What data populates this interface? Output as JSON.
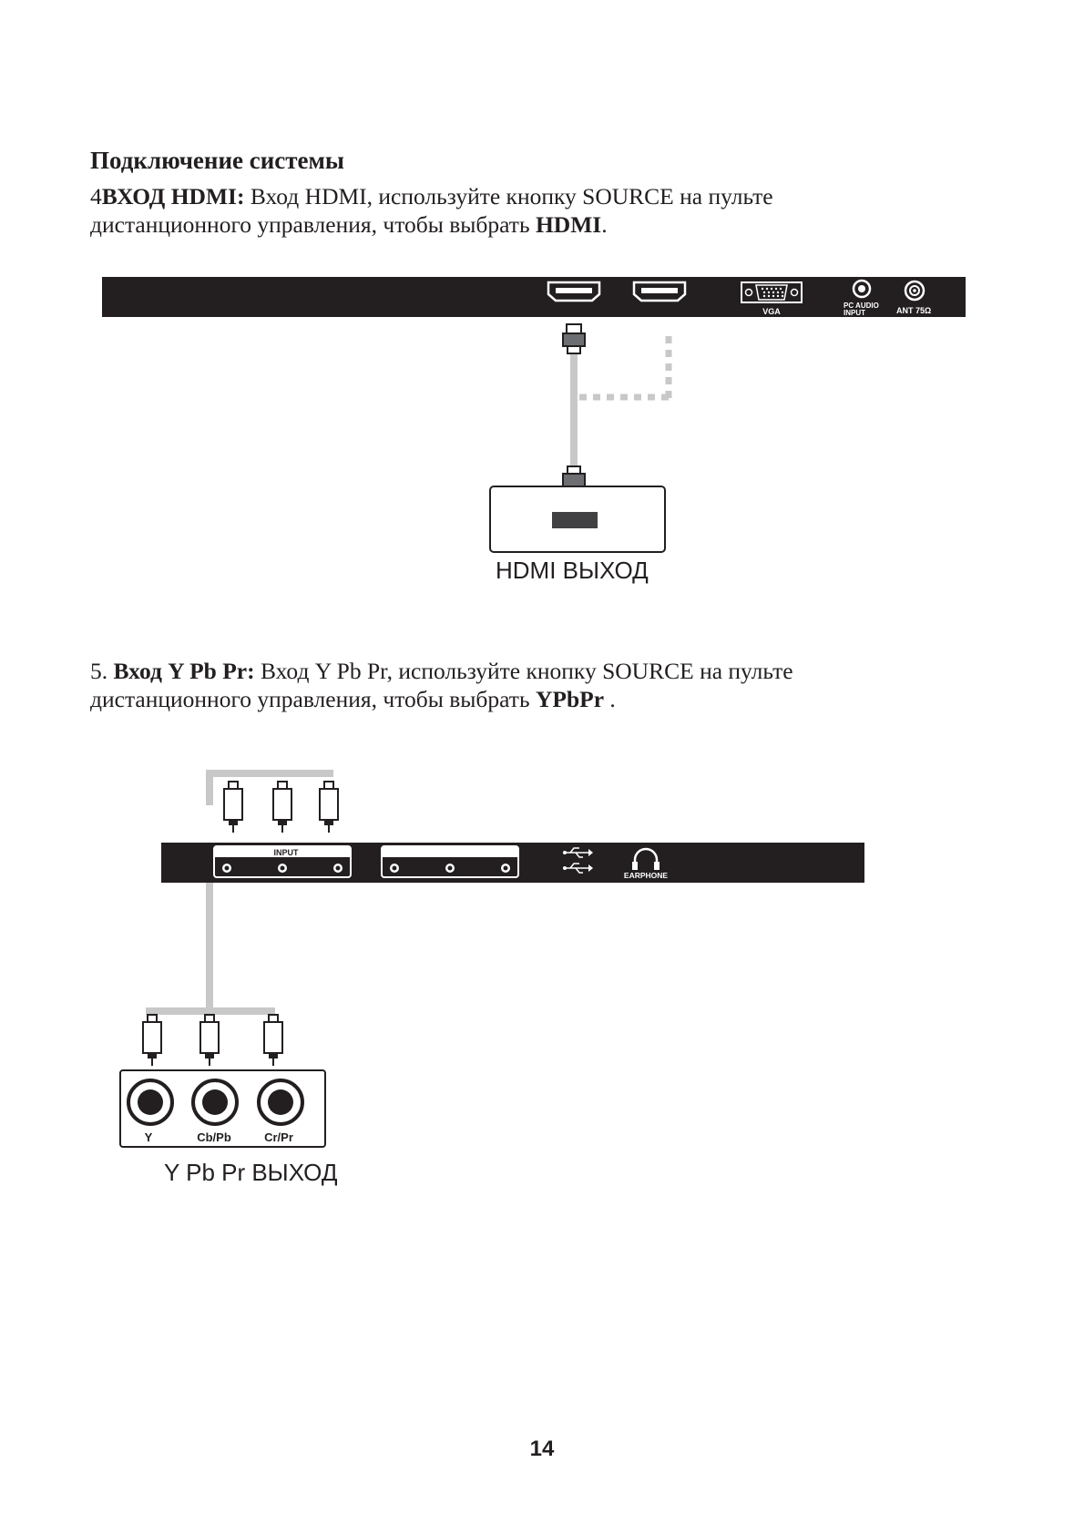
{
  "section": {
    "heading": "Подключение системы"
  },
  "item4": {
    "number": "4",
    "title": "ВХОД HDMI:",
    "text_line1": " Вход HDMI, используйте кнопку SOURCE на пульте",
    "text_line2_prefix": "дистанционного управления, чтобы выбрать ",
    "text_line2_bold": "HDMI",
    "text_line2_suffix": "."
  },
  "item5": {
    "number": "5.",
    "title": "Вход Y Pb Pr:",
    "text_line1": " Вход Y Pb Pr, используйте кнопку SOURCE на пульте",
    "text_line2_prefix": "дистанционного управления, чтобы выбрать ",
    "text_line2_bold": "YPbPr",
    "text_line2_suffix": " ."
  },
  "hdmi_diagram": {
    "panel_labels": {
      "vga": "VGA",
      "pc_audio_line1": "PC AUDIO",
      "pc_audio_line2": "INPUT",
      "ant": "ANT 75Ω"
    },
    "device_caption": "HDMI  ВЫХОД"
  },
  "ypbpr_diagram": {
    "panel_labels": {
      "input": "INPUT",
      "earphone": "EARPHONE"
    },
    "jack_labels": [
      "Y",
      "Cb/Pb",
      "Cr/Pr"
    ],
    "device_caption": "Y Pb Pr  ВЫХОД"
  },
  "footer": {
    "page_number": "14"
  },
  "colors": {
    "panel": "#231f20",
    "cable": "#c8c8c8",
    "text": "#231f20"
  }
}
